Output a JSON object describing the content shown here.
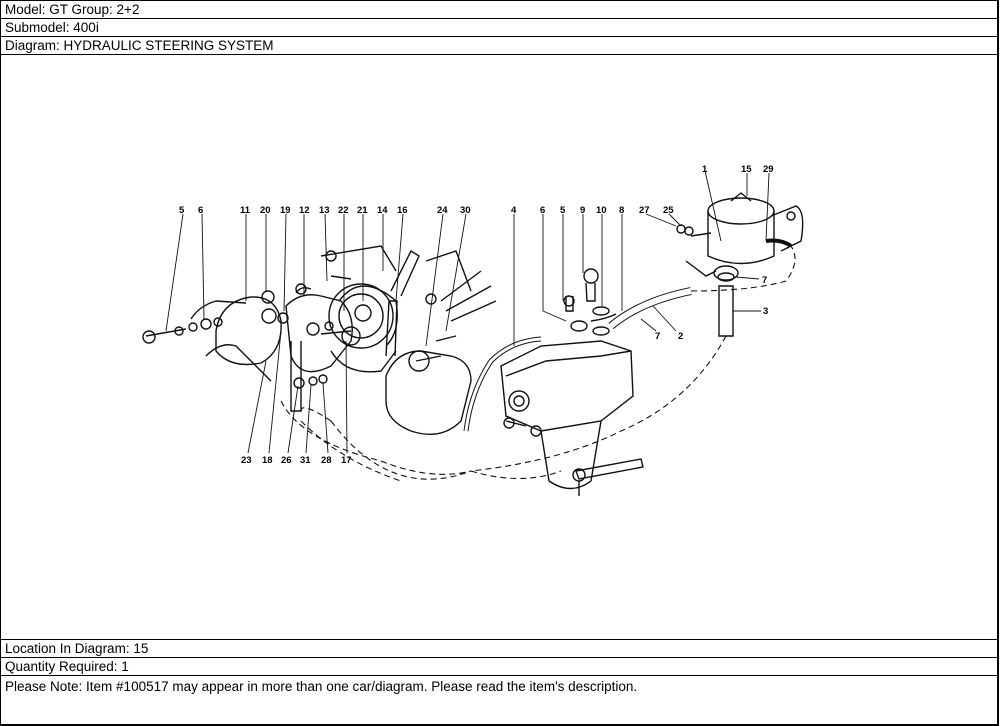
{
  "header": {
    "model": "Model: GT Group: 2+2",
    "submodel": "Submodel: 400i",
    "diagram": "Diagram: HYDRAULIC STEERING SYSTEM"
  },
  "diagram": {
    "title": "Hydraulic steering system exploded view",
    "callouts_top_left": [
      "5",
      "6",
      "11",
      "20",
      "19",
      "12",
      "13",
      "22",
      "21",
      "14",
      "16",
      "24",
      "30"
    ],
    "callouts_top_right": [
      "4",
      "6",
      "5",
      "9",
      "10",
      "8",
      "27",
      "25",
      "1",
      "15",
      "29"
    ],
    "callouts_right": [
      "7",
      "3",
      "7",
      "2"
    ],
    "callouts_bottom": [
      "23",
      "18",
      "26",
      "31",
      "28",
      "17"
    ]
  },
  "footer": {
    "location": "Location In Diagram: 15",
    "quantity": "Quantity Required: 1",
    "note": "Please Note: Item #100517 may appear in more than one car/diagram. Please read the item's description."
  }
}
